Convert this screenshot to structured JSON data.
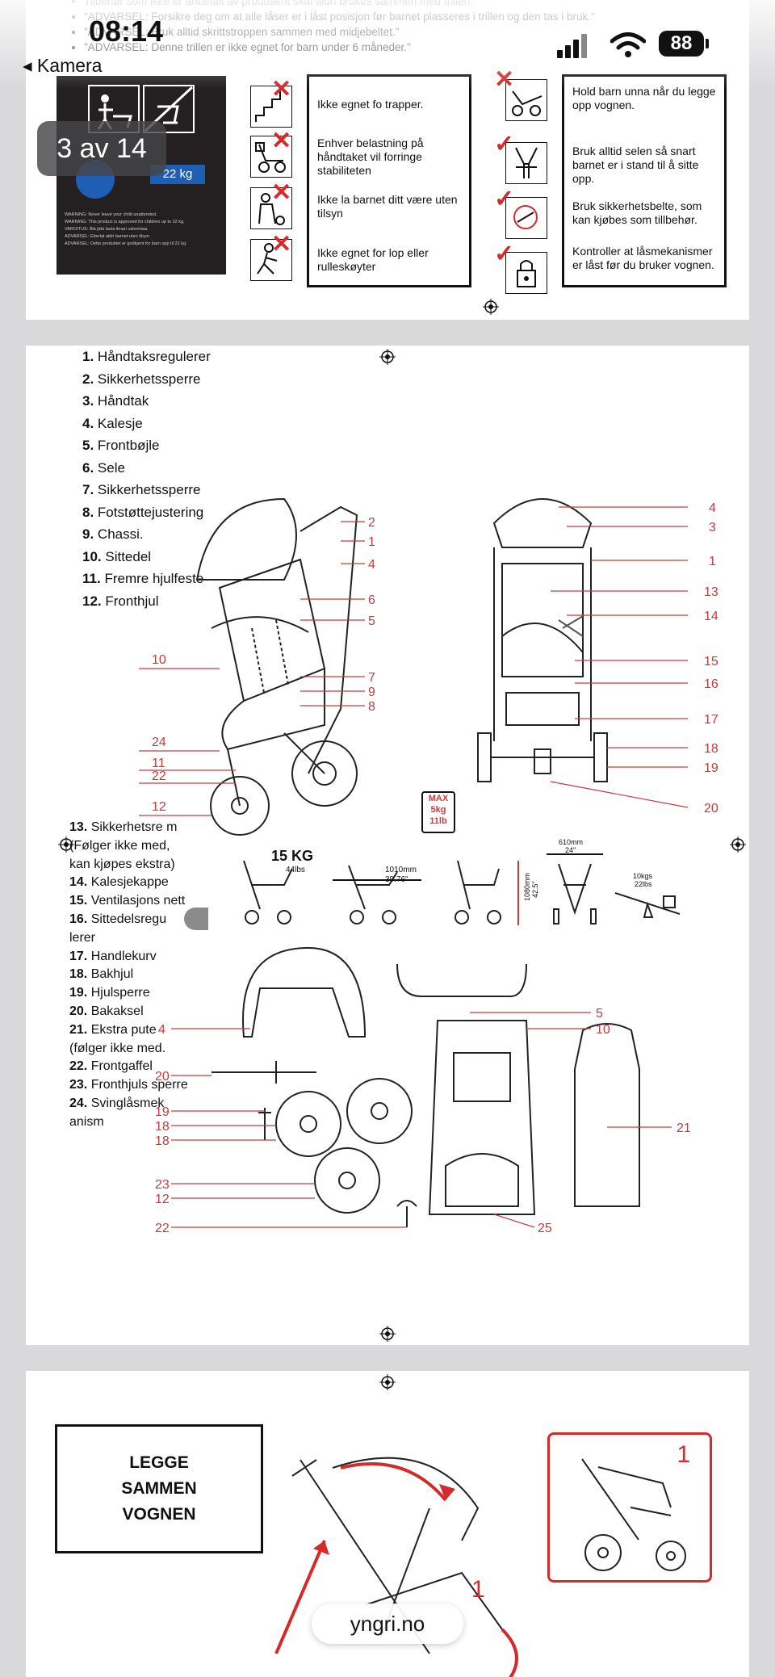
{
  "status_bar": {
    "time": "08:14",
    "back_label": "◂ Kamera",
    "battery": "88"
  },
  "viewer": {
    "page_counter": "3 av 14",
    "watermark": "yngri.no"
  },
  "page1": {
    "bullets": [
      "Tilbehør som ikke er anbefalt av produsent skal aldri brukes sammen med trillen.",
      "\"ADVARSEL: Forsikre deg om at alle låser er i låst posisjon før barnet plasseres i trillen og den tas i bruk.\"",
      "\"ADVARSEL: Bruk alltid skrittstroppen sammen med midjebeltet.\"",
      "\"ADVARSEL: Denne trillen er ikke egnet for barn under 6 måneder.\""
    ],
    "label_max": "22 kg",
    "label_fineprint": [
      "WARNING: Never leave your child unattended.",
      "WARNING: This product is approved for children up to 22 kg.",
      "VAROITUS: Älä jätä lasta ilman valvontaa.",
      "ADVARSEL: Etterlat aldri barnet uten tilsyn.",
      "ADVARSEL: Dette produktet er godkjent for barn opp til 22 kg."
    ],
    "left_warnings": [
      "Ikke egnet fo trapper.",
      "Enhver belastning på håndtaket vil forringe stabiliteten",
      "Ikke la barnet ditt være uten tilsyn",
      "Ikke egnet for lop eller rulleskøyter"
    ],
    "right_warnings": [
      "Hold barn unna når du legge opp vognen.",
      "Bruk alltid selen så snart barnet er i stand til å sitte opp.",
      "Bruk sikkerhetsbelte, som kan kjøbes som tillbehør.",
      "Kontroller at låsmekanismer er låst før du bruker vognen."
    ]
  },
  "page2": {
    "parts_top": [
      {
        "num": "1.",
        "label": "Håndtaksregulerer"
      },
      {
        "num": "2.",
        "label": "Sikkerhetssperre"
      },
      {
        "num": "3.",
        "label": "Håndtak"
      },
      {
        "num": "4.",
        "label": "Kalesje"
      },
      {
        "num": "5.",
        "label": "Frontbøjle"
      },
      {
        "num": "6.",
        "label": "Sele"
      },
      {
        "num": "7.",
        "label": "Sikkerhetssperre"
      },
      {
        "num": "8.",
        "label": "Fotstøttejustering"
      },
      {
        "num": "9.",
        "label": "Chassi."
      },
      {
        "num": "10.",
        "label": "Sittedel"
      },
      {
        "num": "11.",
        "label": "Fremre hjulfeste"
      },
      {
        "num": "12.",
        "label": "Fronthjul"
      }
    ],
    "parts_bottom": [
      {
        "num": "13.",
        "label": "Sikkerhetsre m (Følger ikke med, kan kjøpes ekstra)"
      },
      {
        "num": "14.",
        "label": "Kalesjekappe"
      },
      {
        "num": "15.",
        "label": "Ventilasjons nett"
      },
      {
        "num": "16.",
        "label": "Sittedelsregu lerer"
      },
      {
        "num": "17.",
        "label": "Handlekurv"
      },
      {
        "num": "18.",
        "label": "Bakhjul"
      },
      {
        "num": "19.",
        "label": "Hjulsperre"
      },
      {
        "num": "20.",
        "label": "Bakaksel"
      },
      {
        "num": "21.",
        "label": "Ekstra pute (følger ikke med."
      },
      {
        "num": "22.",
        "label": "Frontgaffel"
      },
      {
        "num": "23.",
        "label": "Fronthjuls sperre"
      },
      {
        "num": "24.",
        "label": "Svinglåsmek anism"
      }
    ],
    "basket_weight": {
      "max": "MAX",
      "kg": "5kg",
      "lb": "11lb"
    },
    "specs": {
      "weight": "15 KG",
      "weight_lbs": "44lbs",
      "length_mm": "1010mm",
      "length_in": "39.76\"",
      "height_mm": "1080mm",
      "height_in": "42.5\"",
      "width_mm": "610mm",
      "width_in": "24\"",
      "load_kg": "10kgs",
      "load_lbs": "22lbs"
    },
    "callouts_side": [
      "2",
      "1",
      "4",
      "6",
      "5",
      "10",
      "7",
      "9",
      "8",
      "24",
      "11",
      "22",
      "12"
    ],
    "callouts_front": [
      "4",
      "3",
      "1",
      "13",
      "14",
      "15",
      "16",
      "17",
      "18",
      "19",
      "20"
    ],
    "callouts_parts": [
      "4",
      "5",
      "10",
      "20",
      "19",
      "18",
      "18",
      "23",
      "12",
      "22",
      "25",
      "21"
    ]
  },
  "page3": {
    "fold_title": "LEGGE SAMMEN VOGNEN",
    "step_1": "1",
    "step_1b": "1"
  },
  "colors": {
    "accent_red": "#d42a2a",
    "callout_red": "#c93a3a",
    "label_blue": "#1f5fb3"
  }
}
